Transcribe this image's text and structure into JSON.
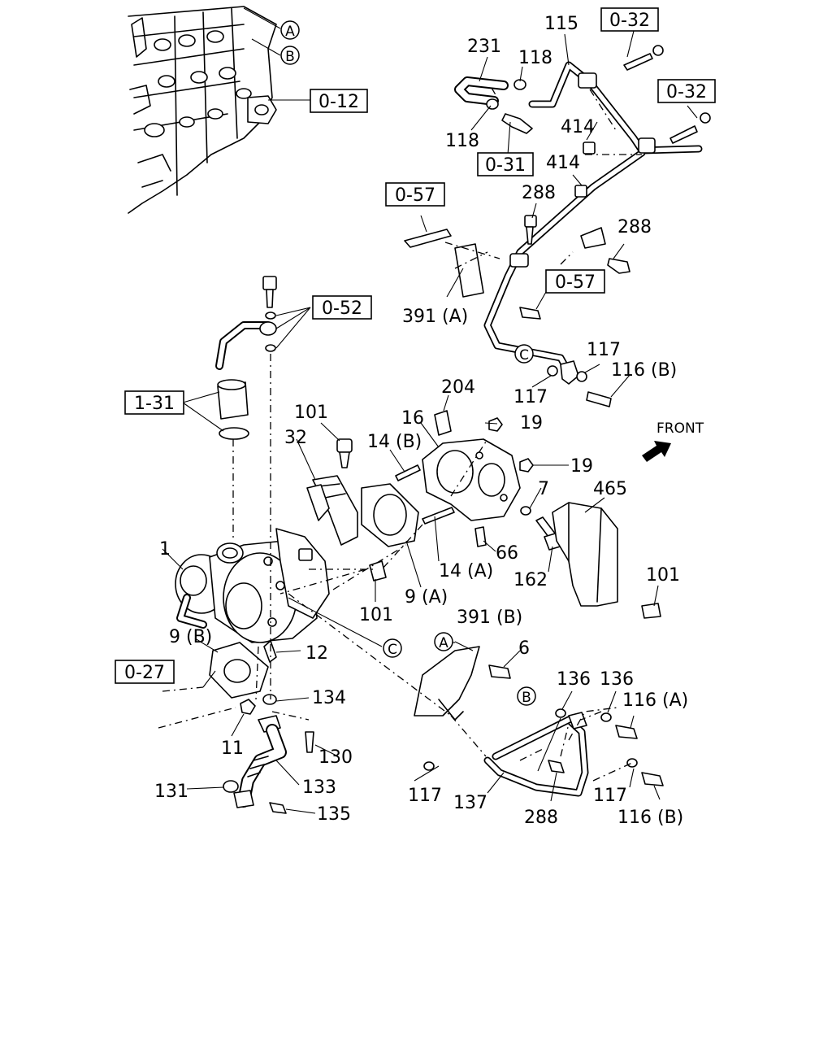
{
  "refs": {
    "r1": "0-12",
    "r2": "0-32",
    "r3": "0-32",
    "r4": "0-31",
    "r5": "0-57",
    "r6": "0-57",
    "r7": "0-52",
    "r8": "1-31",
    "r9": "0-27"
  },
  "markers": {
    "a": "A",
    "b": "B",
    "c": "C"
  },
  "direction": {
    "front": "FRONT"
  },
  "parts": {
    "p115": "115",
    "p231": "231",
    "p118a": "118",
    "p118b": "118",
    "p414a": "414",
    "p414b": "414",
    "p288a": "288",
    "p288b": "288",
    "p288c": "288",
    "p391a": "391 (A)",
    "p117a": "117",
    "p117b": "117",
    "p117c": "117",
    "p117d": "117",
    "p116b_a": "116 (B)",
    "p116b_b": "116 (B)",
    "p116a": "116 (A)",
    "p204": "204",
    "p16": "16",
    "p19a": "19",
    "p19b": "19",
    "p101a": "101",
    "p101b": "101",
    "p101c": "101",
    "p32": "32",
    "p14b": "14 (B)",
    "p14a": "14 (A)",
    "p7": "7",
    "p465": "465",
    "p66": "66",
    "p162": "162",
    "p9a": "9 (A)",
    "p9b": "9 (B)",
    "p1": "1",
    "p391b": "391 (B)",
    "p6": "6",
    "p136a": "136",
    "p136b": "136",
    "p12": "12",
    "p134": "134",
    "p11": "11",
    "p130": "130",
    "p133": "133",
    "p131": "131",
    "p135": "135",
    "p137": "137"
  }
}
